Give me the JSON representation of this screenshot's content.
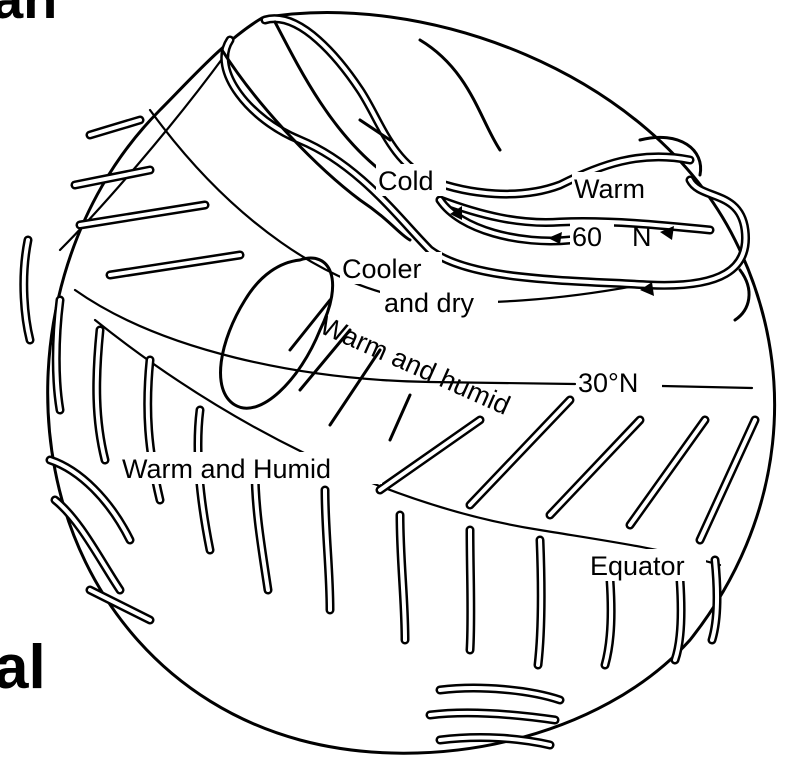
{
  "fragments": {
    "top_left": "an",
    "bottom_left": "al"
  },
  "labels": {
    "cold": "Cold",
    "warm": "Warm",
    "sixty": "60",
    "n": "N",
    "cooler_line1": "Cooler",
    "cooler_line2": "and dry",
    "warm_humid_diag": "Warm and humid",
    "thirty": "30°N",
    "warm_humid_low": "Warm and Humid",
    "equator": "Equator"
  }
}
